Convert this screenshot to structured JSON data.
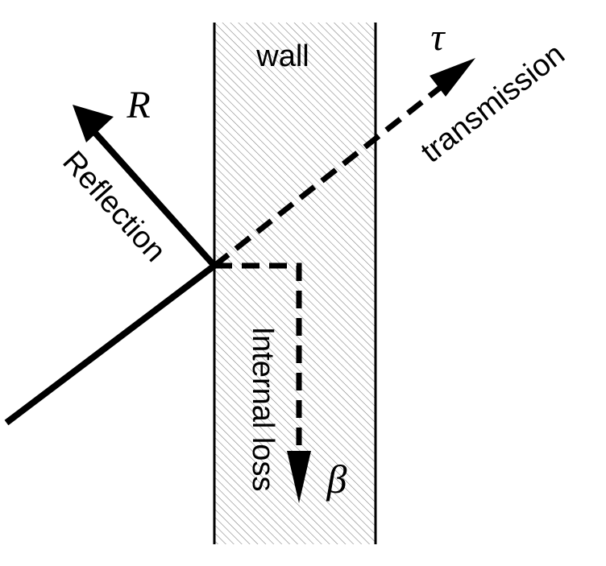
{
  "diagram": {
    "wall_label": "wall",
    "reflection": {
      "label": "Reflection",
      "symbol": "R"
    },
    "transmission": {
      "label": "transmission",
      "symbol": "τ"
    },
    "internal_loss": {
      "label": "Internal loss",
      "symbol": "β"
    }
  },
  "colors": {
    "stroke": "#000000",
    "wall_fill": "#ffffff",
    "hatch": "#7a7a7a"
  }
}
